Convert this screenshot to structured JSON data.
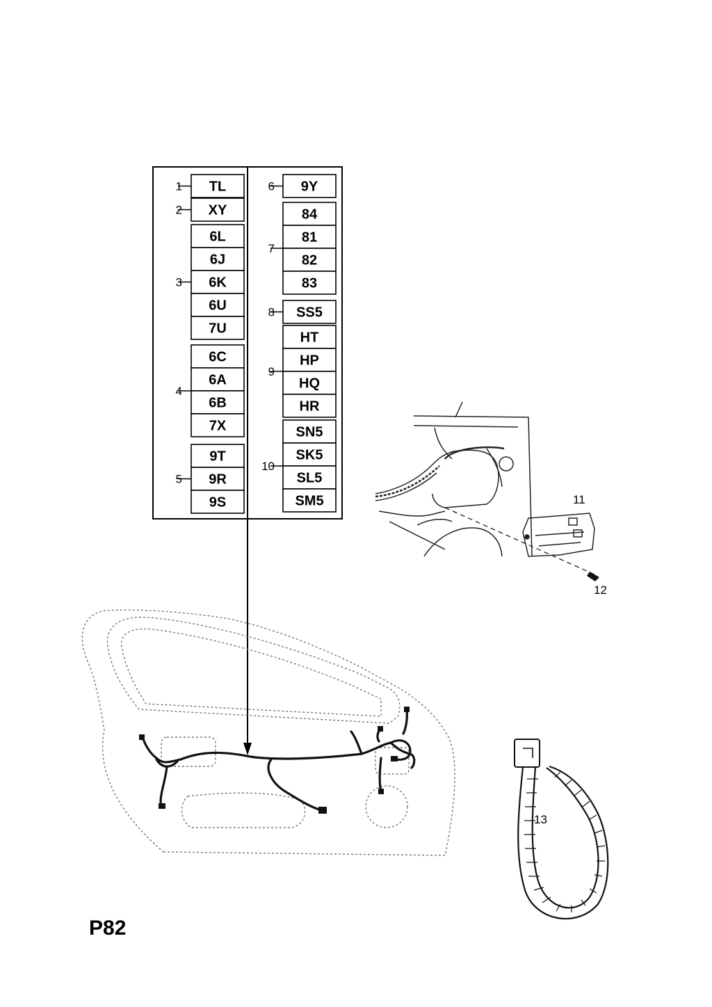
{
  "page_id": "P82",
  "callouts": {
    "bracket": "11",
    "screw": "12",
    "cable_tie": "13"
  },
  "left_groups": [
    {
      "callout": "1",
      "codes": [
        "TL"
      ]
    },
    {
      "callout": "2",
      "codes": [
        "XY"
      ]
    },
    {
      "callout": "3",
      "codes": [
        "6L",
        "6J",
        "6K",
        "6U",
        "7U"
      ]
    },
    {
      "callout": "4",
      "codes": [
        "6C",
        "6A",
        "6B",
        "7X"
      ]
    },
    {
      "callout": "5",
      "codes": [
        "9T",
        "9R",
        "9S"
      ]
    }
  ],
  "right_groups": [
    {
      "callout": "6",
      "codes": [
        "9Y"
      ]
    },
    {
      "callout": "7",
      "codes": [
        "84",
        "81",
        "82",
        "83"
      ]
    },
    {
      "callout": "8",
      "codes": [
        "SS5"
      ]
    },
    {
      "callout": "9",
      "codes": [
        "HT",
        "HP",
        "HQ",
        "HR"
      ]
    },
    {
      "callout": "10",
      "codes": [
        "SN5",
        "SK5",
        "SL5",
        "SM5"
      ]
    }
  ]
}
